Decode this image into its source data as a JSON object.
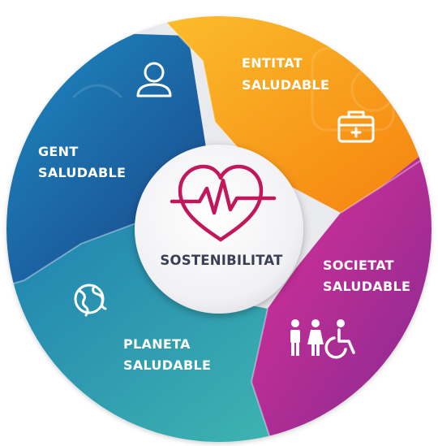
{
  "center": {
    "label": "SOSTENIBILITAT",
    "icon": "heart-pulse-icon"
  },
  "segments": [
    {
      "key": "gent",
      "line1": "GENT",
      "line2": "SALUDABLE",
      "color": "#1f6fb0",
      "icon": "person-icon"
    },
    {
      "key": "entitat",
      "line1": "ENTITAT",
      "line2": "SALUDABLE",
      "color": "#f7a21b",
      "icon": "first-aid-kit-icon"
    },
    {
      "key": "societat",
      "line1": "SOCIETAT",
      "line2": "SALUDABLE",
      "color": "#c7268c",
      "icon": "people-accessibility-icon"
    },
    {
      "key": "planeta",
      "line1": "PLANETA",
      "line2": "SALUDABLE",
      "color": "#2a9fb0",
      "icon": "globe-icon"
    }
  ],
  "colors": {
    "heart": "#c2185b",
    "center_text": "#3b3f55",
    "center_fill": "#f4f4f6"
  }
}
